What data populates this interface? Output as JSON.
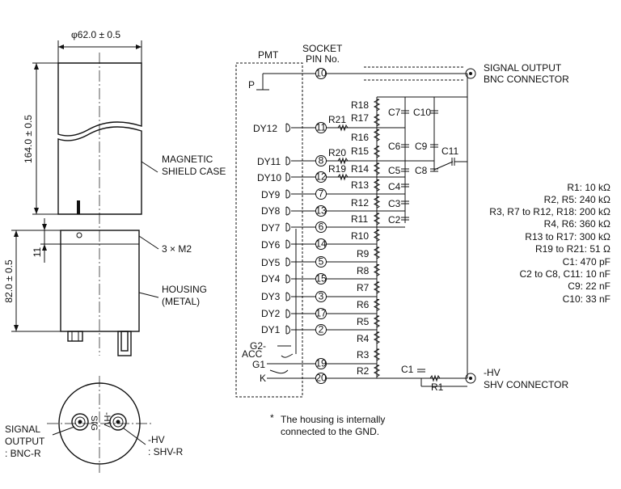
{
  "dimensions": {
    "diameter": "φ62.0 ± 0.5",
    "length": "164.0 ± 0.5",
    "housing_height": "82.0 ± 0.5",
    "offset": "11"
  },
  "mechanical_labels": {
    "shield_1": "MAGNETIC",
    "shield_2": "SHIELD CASE",
    "screw": "3 × M2",
    "housing_1": "HOUSING",
    "housing_2": "(METAL)",
    "sig_out_1": "SIGNAL",
    "sig_out_2": "OUTPUT",
    "sig_out_3": ": BNC-R",
    "hv_1": "-HV",
    "hv_2": ": SHV-R",
    "base_sig": "SIG",
    "base_hv": "-HV"
  },
  "circuit": {
    "pmt": "PMT",
    "socket_1": "SOCKET",
    "socket_2": "PIN No.",
    "plate": "P",
    "dynodes": [
      "DY12",
      "DY11",
      "DY10",
      "DY9",
      "DY8",
      "DY7",
      "DY6",
      "DY5",
      "DY4",
      "DY3",
      "DY2",
      "DY1"
    ],
    "g2": "G2-",
    "acc": "ACC",
    "g1": "G1",
    "k": "K",
    "pins": [
      "10",
      "11",
      "8",
      "12",
      "7",
      "13",
      "6",
      "14",
      "5",
      "15",
      "3",
      "17",
      "2",
      "19",
      "20"
    ],
    "resistors": [
      "R18",
      "R17",
      "R16",
      "R15",
      "R14",
      "R13",
      "R12",
      "R11",
      "R10",
      "R9",
      "R8",
      "R7",
      "R6",
      "R5",
      "R4",
      "R3",
      "R2",
      "R21",
      "R20",
      "R19",
      "R1"
    ],
    "capacitors": [
      "C7",
      "C10",
      "C6",
      "C9",
      "C11",
      "C5",
      "C8",
      "C4",
      "C3",
      "C2",
      "C1"
    ],
    "signal_out_1": "SIGNAL OUTPUT",
    "signal_out_2": "BNC CONNECTOR",
    "hv_out_1": "-HV",
    "hv_out_2": "SHV CONNECTOR"
  },
  "values": [
    "R1: 10 kΩ",
    "R2, R5: 240 kΩ",
    "R3, R7 to R12, R18: 200 kΩ",
    "R4, R6: 360 kΩ",
    "R13 to R17: 300 kΩ",
    "R19 to R21: 51 Ω",
    "C1: 470 pF",
    "C2 to C8, C11: 10 nF",
    "C9: 22 nF",
    "C10: 33 nF"
  ],
  "note_star": "*",
  "note_1": "The housing is internally",
  "note_2": "connected to the GND."
}
